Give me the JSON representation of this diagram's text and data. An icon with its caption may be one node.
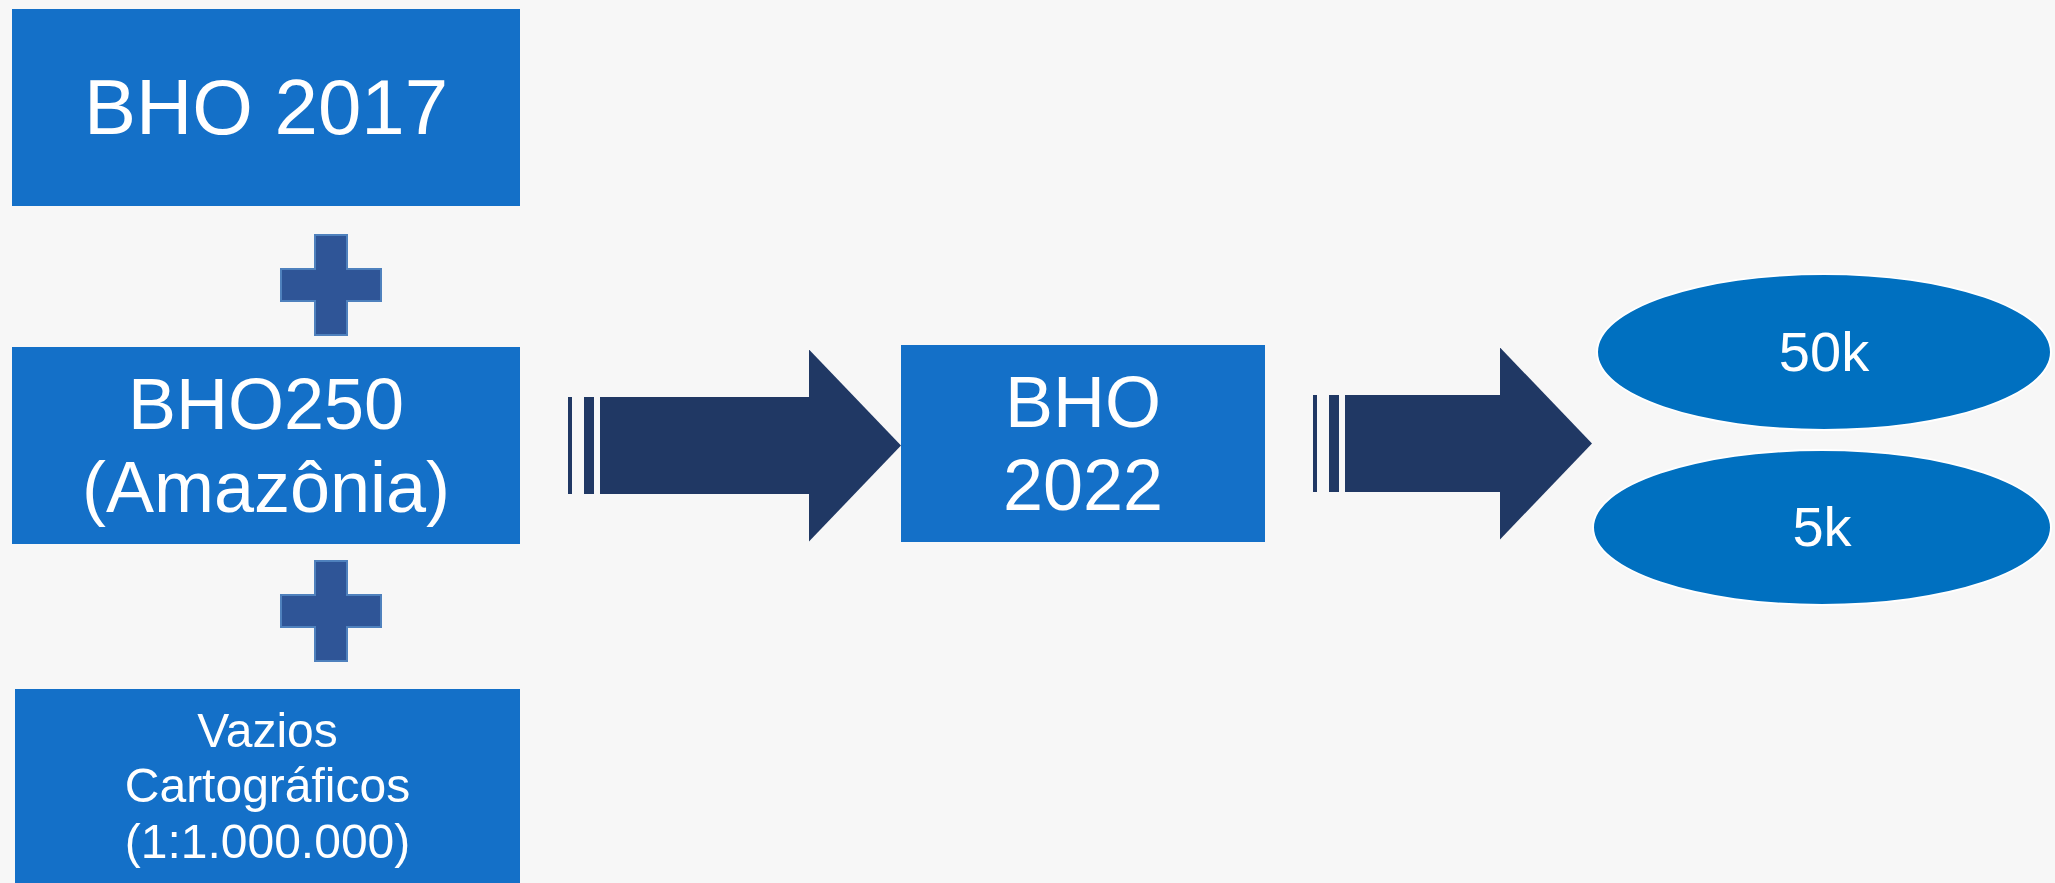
{
  "diagram": {
    "nodes": [
      {
        "text": [
          "BHO 2017"
        ]
      },
      {
        "text": [
          "BHO250 (Amazônia)"
        ]
      },
      {
        "text": [
          "Vazios Cartográficos (1:1.000.000)"
        ]
      },
      {
        "text": [
          "BHO 2022"
        ]
      },
      {
        "text": [
          "50k"
        ]
      },
      {
        "text": [
          "5k"
        ]
      }
    ],
    "edges": [
      {
        "from": 1,
        "to": 3,
        "arrow": "to"
      },
      {
        "from": 3,
        "to": 4,
        "arrow": "to"
      },
      {
        "from": 3,
        "to": 5,
        "arrow": "to"
      }
    ]
  }
}
